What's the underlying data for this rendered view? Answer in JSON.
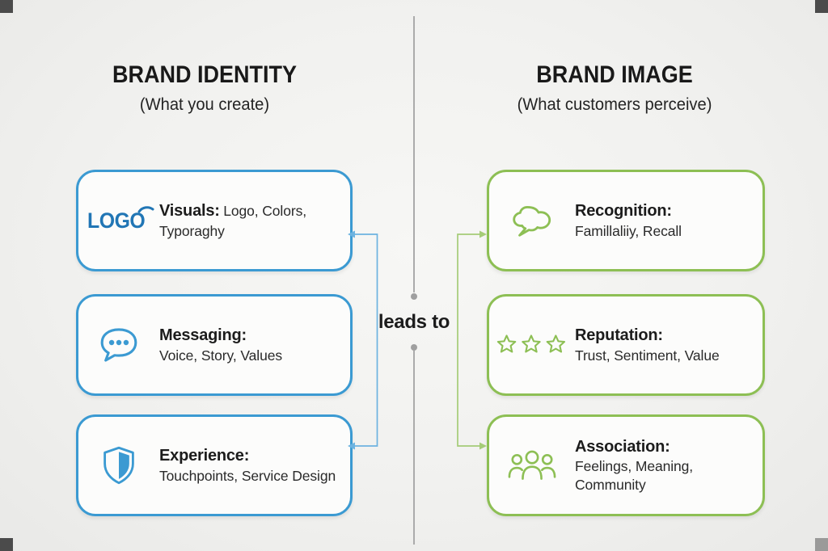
{
  "colors": {
    "blue": "#3b9ad2",
    "green": "#8dbf54",
    "logo_blue": "#2176b5",
    "text_dark": "#1e1e1e",
    "divider_gray": "#ababab",
    "corner_mark": "#3a3a3a",
    "background": "#f1f1ef"
  },
  "center": {
    "label": "leads to"
  },
  "left_column": {
    "title": "BRAND IDENTITY",
    "subtitle": "(What you create)",
    "cards": [
      {
        "icon": "logo-icon",
        "logo_text": "LOGO",
        "heading": "Visuals:",
        "body": "Logo, Colors, Typoraghy"
      },
      {
        "icon": "speech-bubble-icon",
        "heading": "Messaging:",
        "body": "Voice, Story, Values"
      },
      {
        "icon": "shield-icon",
        "heading": "Experience:",
        "body": "Touchpoints, Service Design"
      }
    ]
  },
  "right_column": {
    "title": "BRAND IMAGE",
    "subtitle": "(What customers perceive)",
    "cards": [
      {
        "icon": "thought-bubble-icon",
        "heading": "Recognition:",
        "body": "Famillaliiy, Recall"
      },
      {
        "icon": "three-stars-icon",
        "heading": "Reputation:",
        "body": "Trust, Sentiment, Value"
      },
      {
        "icon": "people-group-icon",
        "heading": "Association:",
        "body": "Feelings, Meaning, Community"
      }
    ]
  }
}
